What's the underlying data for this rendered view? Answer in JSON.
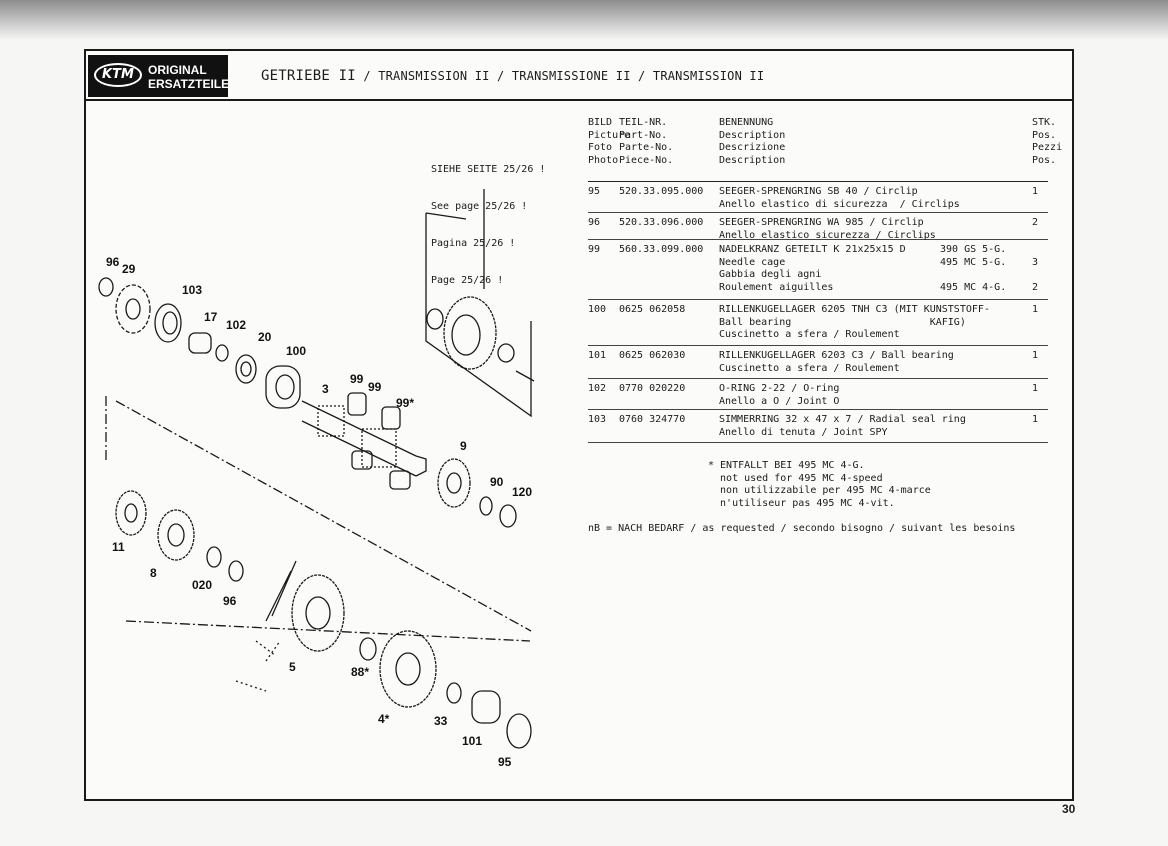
{
  "header": {
    "logo_brand": "KTM",
    "logo_line1": "ORIGINAL",
    "logo_line2": "ERSATZTEILE",
    "title": "GETRIEBE II",
    "title_rest": " / TRANSMISSION II / TRANSMISSIONE II / TRANSMISSION II"
  },
  "see_page": [
    "SIEHE SEITE 25/26 !",
    "See page 25/26 !",
    "Pagina 25/26 !",
    "Page 25/26 !"
  ],
  "table": {
    "headers": {
      "bild": "BILD\nPicture\nFoto\nPhoto",
      "teil": "TEIL-NR.\nPart-No.\nParte-No.\nPiece-No.",
      "desc": "BENENNUNG\nDescription\nDescrizione\nDescription",
      "stk": "STK.\nPos.\nPezzi\nPos."
    },
    "rows": [
      {
        "bild": "95",
        "teil": "520.33.095.000",
        "desc": "SEEGER-SPRENGRING SB 40 / Circlip\nAnello elastico di sicurezza  / Circlips",
        "extra": "",
        "stk": "1"
      },
      {
        "bild": "96",
        "teil": "520.33.096.000",
        "desc": "SEEGER-SPRENGRING WA 985 / Circlip\nAnello elastico sicurezza / Circlips",
        "extra": "",
        "stk": "2"
      },
      {
        "bild": "99",
        "teil": "560.33.099.000",
        "desc": "NADELKRANZ GETEILT K 21x25x15 D\nNeedle cage\nGabbia degli agni\nRoulement aiguilles",
        "extra": "390 GS 5-G.\n495 MC 5-G.\n\n495 MC 4-G.",
        "stk": "\n3\n\n2"
      },
      {
        "bild": "100",
        "teil": "0625 062058",
        "desc": "RILLENKUGELLAGER 6205 TNH C3 (MIT KUNSTSTOFF-\nBall bearing                       KAFIG)\nCuscinetto a sfera / Roulement",
        "extra": "",
        "stk": "1"
      },
      {
        "bild": "101",
        "teil": "0625 062030",
        "desc": "RILLENKUGELLAGER 6203 C3 / Ball bearing\nCuscinetto a sfera / Roulement",
        "extra": "",
        "stk": "1"
      },
      {
        "bild": "102",
        "teil": "0770 020220",
        "desc": "O-RING 2-22 / O-ring\nAnello a O / Joint O",
        "extra": "",
        "stk": "1"
      },
      {
        "bild": "103",
        "teil": "0760 324770",
        "desc": "SIMMERRING 32 x 47 x 7 / Radial seal ring\nAnello di tenuta / Joint SPY",
        "extra": "",
        "stk": "1"
      }
    ]
  },
  "footnote": "* ENTFALLT BEI 495 MC 4-G.\n  not used for 495 MC 4-speed\n  non utilizzabile per 495 MC 4-marce\n  n'utiliseur pas 495 MC 4-vit.",
  "nb_note": "nB = NACH BEDARF / as requested / secondo bisogno / suivant les besoins",
  "diagram_labels": [
    "96",
    "29",
    "103",
    "17",
    "102",
    "20",
    "100",
    "3",
    "99",
    "99",
    "99*",
    "9",
    "90",
    "120",
    "11",
    "8",
    "020",
    "96",
    "5",
    "88*",
    "4*",
    "33",
    "101",
    "95"
  ],
  "page_number": "30",
  "colors": {
    "ink": "#1a1a1a",
    "paper": "#fbfbfa",
    "logo_bg": "#111111"
  }
}
